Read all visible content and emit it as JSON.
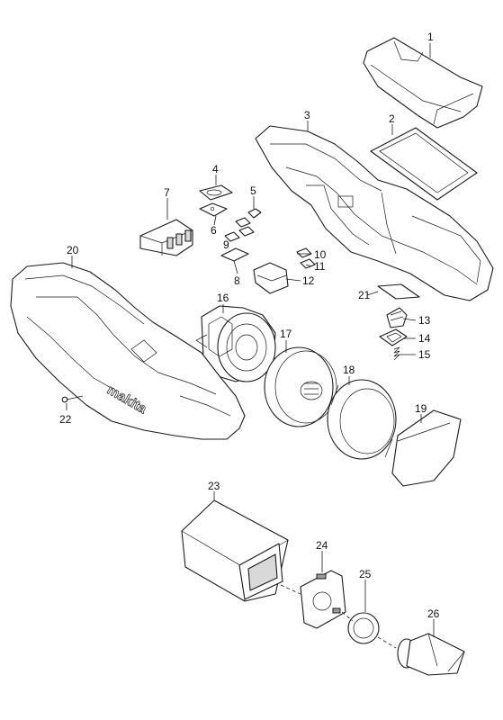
{
  "diagram": {
    "brand_mark": "makita",
    "callouts": [
      "1",
      "2",
      "3",
      "4",
      "5",
      "6",
      "7",
      "8",
      "9",
      "10",
      "11",
      "12",
      "13",
      "14",
      "15",
      "16",
      "17",
      "18",
      "19",
      "20",
      "21",
      "22",
      "23",
      "24",
      "25",
      "26"
    ]
  }
}
